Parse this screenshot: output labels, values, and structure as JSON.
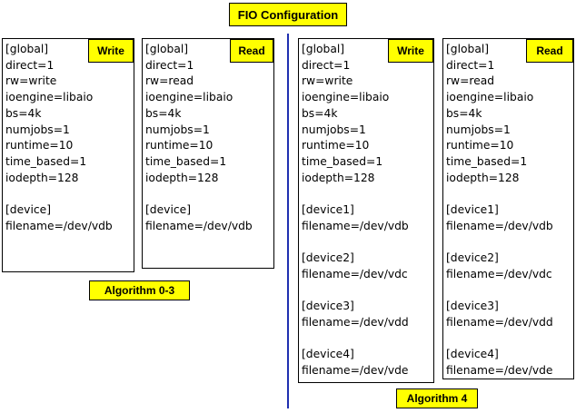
{
  "title": "FIO Configuration",
  "accent_colors": {
    "label_bg": "#ffff00",
    "divider": "#1f2fb0"
  },
  "groups": [
    {
      "label": "Algorithm 0-3",
      "boxes": [
        {
          "mode": "Write",
          "lines": [
            "[global]",
            "direct=1",
            "rw=write",
            "ioengine=libaio",
            "bs=4k",
            "numjobs=1",
            "runtime=10",
            "time_based=1",
            "iodepth=128",
            "",
            "[device]",
            "filename=/dev/vdb"
          ]
        },
        {
          "mode": "Read",
          "lines": [
            "[global]",
            "direct=1",
            "rw=read",
            "ioengine=libaio",
            "bs=4k",
            "numjobs=1",
            "runtime=10",
            "time_based=1",
            "iodepth=128",
            "",
            "[device]",
            "filename=/dev/vdb"
          ]
        }
      ]
    },
    {
      "label": "Algorithm 4",
      "boxes": [
        {
          "mode": "Write",
          "lines": [
            "[global]",
            "direct=1",
            "rw=write",
            "ioengine=libaio",
            "bs=4k",
            "numjobs=1",
            "runtime=10",
            "time_based=1",
            "iodepth=128",
            "",
            "[device1]",
            "filename=/dev/vdb",
            "",
            "[device2]",
            "filename=/dev/vdc",
            "",
            "[device3]",
            "filename=/dev/vdd",
            "",
            "[device4]",
            "filename=/dev/vde"
          ]
        },
        {
          "mode": "Read",
          "lines": [
            "[global]",
            "direct=1",
            "rw=read",
            "ioengine=libaio",
            "bs=4k",
            "numjobs=1",
            "runtime=10",
            "time_based=1",
            "iodepth=128",
            "",
            "[device1]",
            "filename=/dev/vdb",
            "",
            "[device2]",
            "filename=/dev/vdc",
            "",
            "[device3]",
            "filename=/dev/vdd",
            "",
            "[device4]",
            "filename=/dev/vde"
          ]
        }
      ]
    }
  ]
}
